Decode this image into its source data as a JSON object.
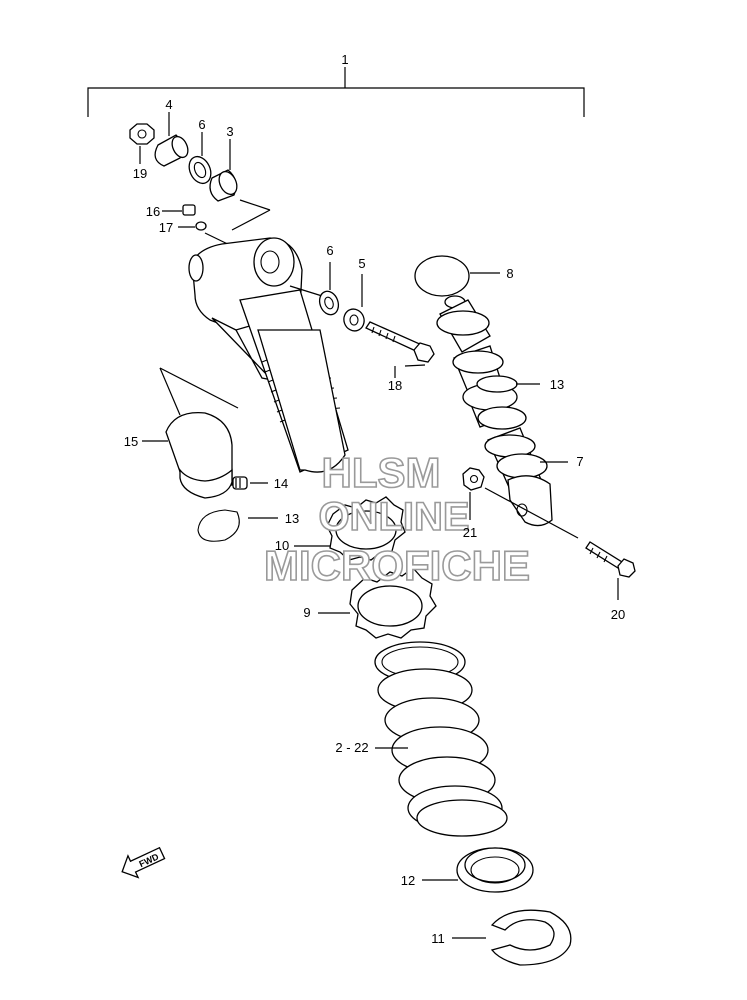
{
  "callouts": {
    "c1": "1",
    "c2_22": "2 - 22",
    "c3": "3",
    "c4": "4",
    "c5": "5",
    "c6a": "6",
    "c6b": "6",
    "c7": "7",
    "c8": "8",
    "c9": "9",
    "c10": "10",
    "c11": "11",
    "c12": "12",
    "c13a": "13",
    "c13b": "13",
    "c14": "14",
    "c15": "15",
    "c16": "16",
    "c17": "17",
    "c18": "18",
    "c19": "19",
    "c20": "20",
    "c21": "21"
  },
  "watermark": {
    "line1": "HLSM",
    "line2": "ONLINE",
    "line3": "MICROFICHE"
  },
  "direction_badge": "FWD"
}
